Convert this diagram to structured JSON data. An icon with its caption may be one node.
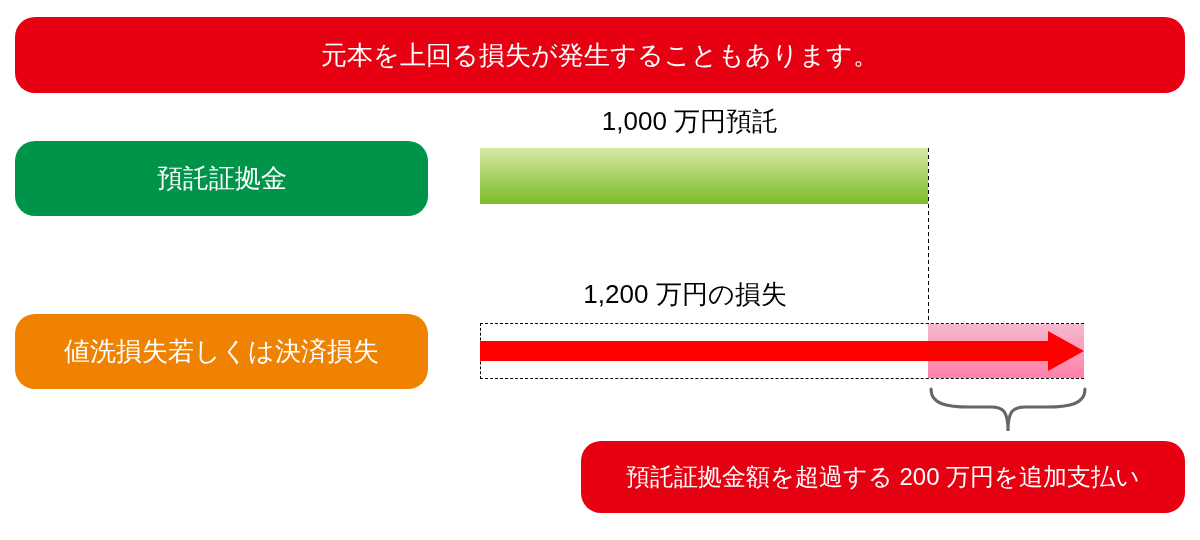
{
  "diagram": {
    "nodes": [
      {
        "text": [
          "元本を上回る損失が発生することもあります。"
        ]
      },
      {
        "text": [
          "預託証拠金"
        ]
      },
      {
        "text": [
          "1,000 万円預託"
        ]
      },
      {
        "text": [
          "値洗損失若しくは決済損失"
        ]
      },
      {
        "text": [
          "1,200 万円の損失"
        ]
      },
      {
        "text": [],
        "shape": "box",
        "in": 4
      },
      {
        "text": [
          "預託証拠金額を超過する 200 万円を追加支払い"
        ]
      }
    ],
    "edges": [
      {
        "from": 2,
        "to": 5,
        "arrow": "none",
        "style": "dashed"
      }
    ]
  }
}
